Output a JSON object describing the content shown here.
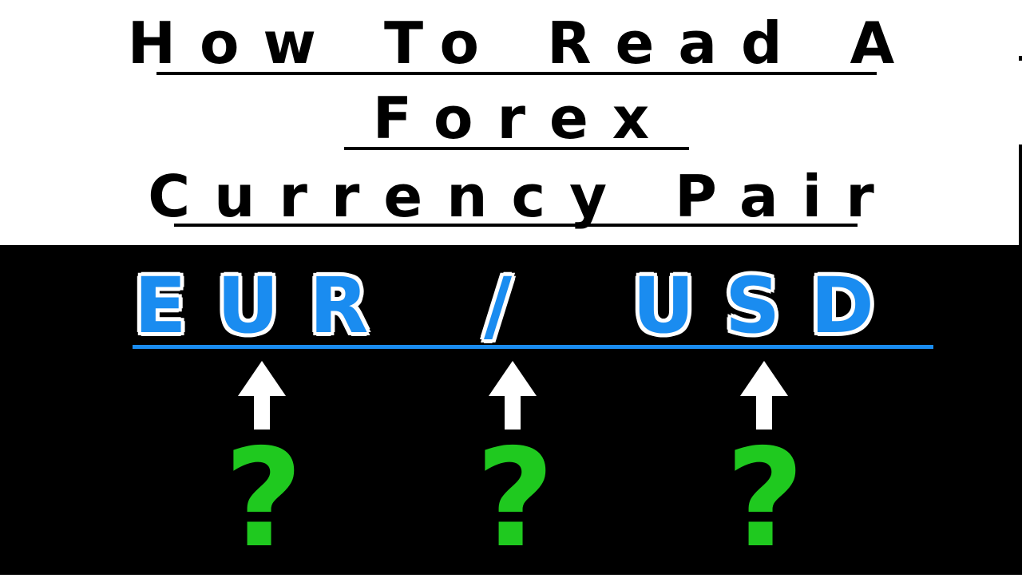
{
  "title": {
    "line1": "How To Read A",
    "line2": "Forex",
    "line3": "Currency Pair"
  },
  "pair": {
    "base": "EUR",
    "separator": "/",
    "quote": "USD"
  },
  "markers": [
    "?",
    "?",
    "?"
  ],
  "colors": {
    "pair_fill": "#1a8cf0",
    "pair_outline": "#ffffff",
    "underline": "#1a8cf0",
    "question_mark": "#1fc91f",
    "arrow": "#ffffff",
    "top_bg": "#ffffff",
    "bottom_bg": "#000000"
  }
}
